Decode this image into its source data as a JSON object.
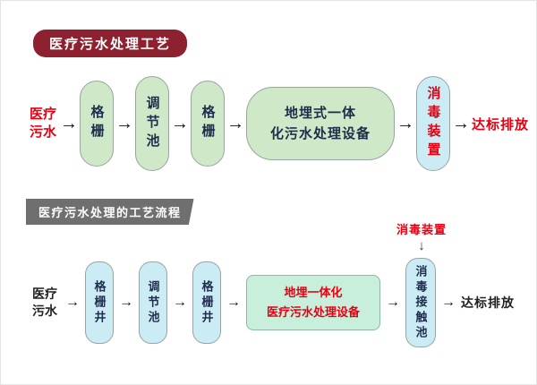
{
  "top_section": {
    "title": "医疗污水处理工艺",
    "source": "医疗污水",
    "stage1": "格栅",
    "stage2": "调节池",
    "stage3": "格栅",
    "main_unit_line1": "地埋式一体",
    "main_unit_line2": "化污水处理设备",
    "disinfect": "消毒装置",
    "output": "达标排放"
  },
  "bottom_section": {
    "title": "医疗污水处理的工艺流程",
    "source": "医疗污水",
    "stage1": "格栅井",
    "stage2": "调节池",
    "stage3": "格栅井",
    "main_unit_line1": "地埋一体化",
    "main_unit_line2": "医疗污水处理设备",
    "disinfect_annotation": "消毒装置",
    "stage4": "消毒接触池",
    "output": "达标排放"
  },
  "icons": {
    "flow_arrow": "→",
    "down_arrow": "↓"
  },
  "colors": {
    "banner_top_bg": "#8e2130",
    "banner_bottom_bg": "#6f6f6f",
    "pill_green": "#cfe9c8",
    "pill_cyan": "#cbecf5",
    "box_green_bottom": "#c7efdb",
    "red_text": "#e60012",
    "dark_text": "#1f2d4d"
  }
}
